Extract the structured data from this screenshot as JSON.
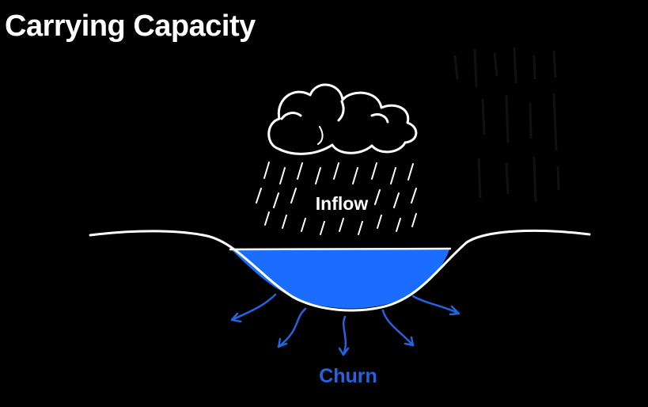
{
  "slide": {
    "title": "Carrying Capacity",
    "background": "#000000",
    "text_color": "#ffffff"
  },
  "diagram": {
    "inflow_label": "Inflow",
    "churn_label": "Churn",
    "water_color": "#1a6dff",
    "churn_color": "#2463e0",
    "line_color": "#ffffff",
    "icons": [
      "rain-cloud-icon",
      "rain-drops",
      "water-basin",
      "churn-arrows"
    ]
  }
}
